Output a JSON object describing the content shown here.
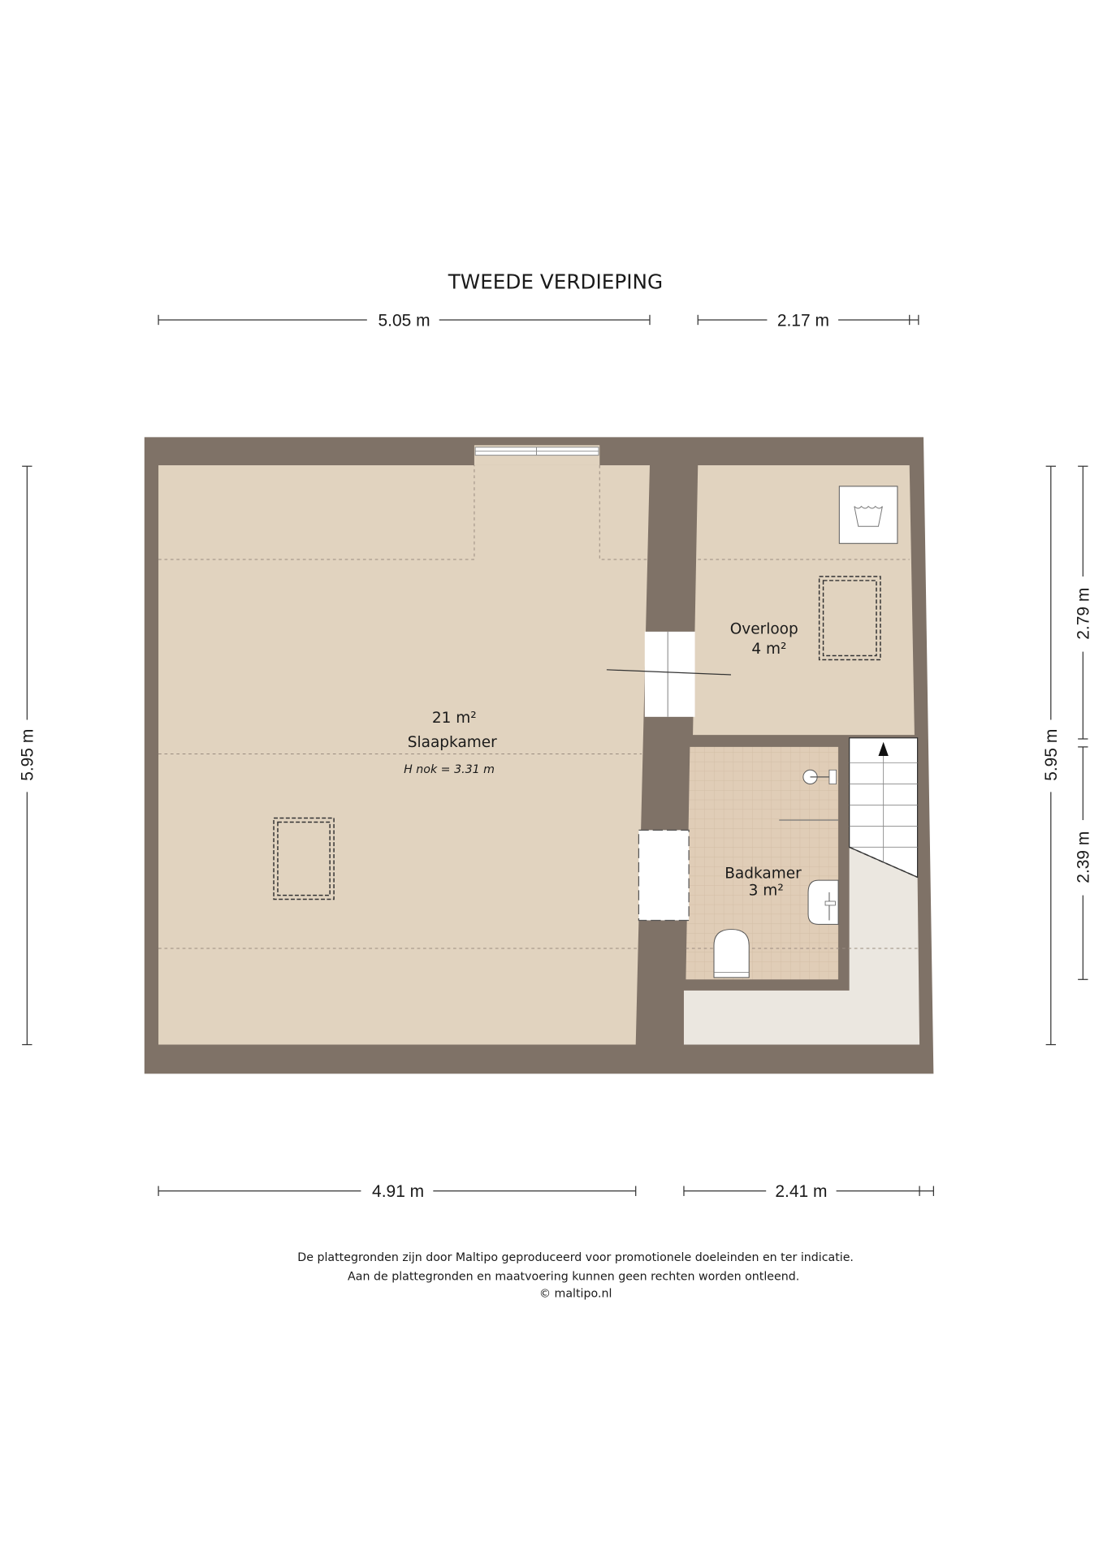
{
  "title": "TWEEDE VERDIEPING",
  "dimensions": {
    "top_left": "5.05 m",
    "top_right": "2.17 m",
    "bottom_left": "4.91 m",
    "bottom_right": "2.41 m",
    "left": "5.95 m",
    "right_total": "5.95 m",
    "right_upper": "2.79 m",
    "right_lower": "2.39 m"
  },
  "rooms": {
    "slaapkamer": {
      "area": "21 m²",
      "name": "Slaapkamer",
      "note": "H nok = 3.31 m"
    },
    "overloop": {
      "name": "Overloop",
      "area": "4 m²"
    },
    "badkamer": {
      "name": "Badkamer",
      "area": "3 m²"
    }
  },
  "footer": {
    "line1": "De plattegronden zijn door Maltipo geproduceerd voor promotionele doeleinden en ter indicatie.",
    "line2": "Aan de plattegronden en maatvoering kunnen geen rechten worden ontleend.",
    "line3": "© maltipo.nl"
  },
  "colors": {
    "wall": "#7f7267",
    "floor": "#e1d3bf",
    "tile": "#e0cdb7",
    "light_area": "#ebe7e0"
  }
}
